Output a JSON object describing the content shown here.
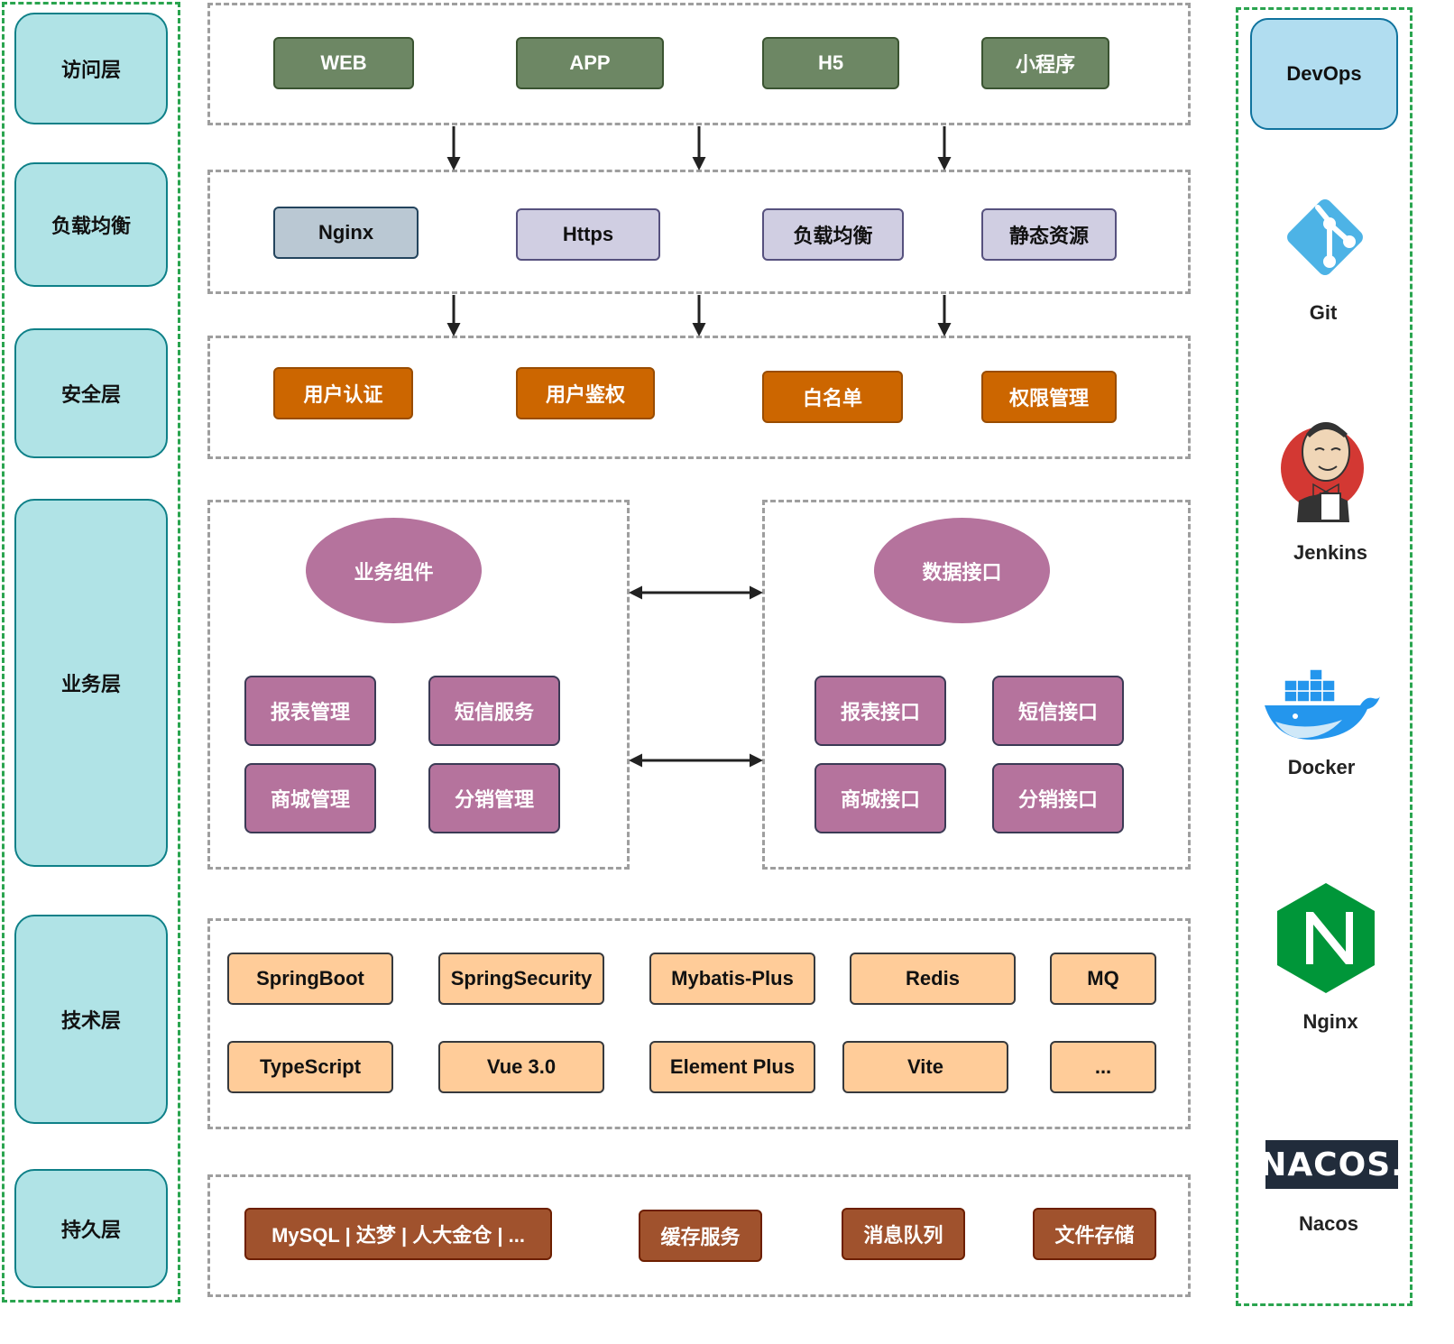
{
  "layers": {
    "access": "访问层",
    "load_balance": "负载均衡",
    "security": "安全层",
    "business": "业务层",
    "tech": "技术层",
    "persistence": "持久层"
  },
  "access_row": [
    "WEB",
    "APP",
    "H5",
    "小程序"
  ],
  "lb_row": [
    "Nginx",
    "Https",
    "负载均衡",
    "静态资源"
  ],
  "security_row": [
    "用户认证",
    "用户鉴权",
    "白名单",
    "权限管理"
  ],
  "business": {
    "components": {
      "title": "业务组件",
      "items": [
        "报表管理",
        "短信服务",
        "商城管理",
        "分销管理"
      ]
    },
    "data_interface": {
      "title": "数据接口",
      "items": [
        "报表接口",
        "短信接口",
        "商城接口",
        "分销接口"
      ]
    }
  },
  "tech_row1": [
    "SpringBoot",
    "SpringSecurity",
    "Mybatis-Plus",
    "Redis",
    "MQ"
  ],
  "tech_row2": [
    "TypeScript",
    "Vue 3.0",
    "Element Plus",
    "Vite",
    "..."
  ],
  "persistence_row": [
    "MySQL | 达梦 | 人大金仓 | ...",
    "缓存服务",
    "消息队列",
    "文件存储"
  ],
  "devops": {
    "title": "DevOps",
    "tools": [
      {
        "label": "Git",
        "icon": "git-icon"
      },
      {
        "label": "Jenkins",
        "icon": "jenkins-icon"
      },
      {
        "label": "Docker",
        "icon": "docker-icon"
      },
      {
        "label": "Nginx",
        "icon": "nginx-icon"
      },
      {
        "label": "Nacos",
        "icon": "nacos-icon"
      }
    ],
    "nacos_logo_text": "NACOS."
  },
  "colors": {
    "green_dash": "#2aa44f",
    "layer_fill": "#b0e3e6",
    "access_fill": "#6d8764",
    "security_fill": "#cc6600",
    "business_fill": "#b5739d",
    "tech_fill": "#ffcc99",
    "persistence_fill": "#a0522d"
  }
}
